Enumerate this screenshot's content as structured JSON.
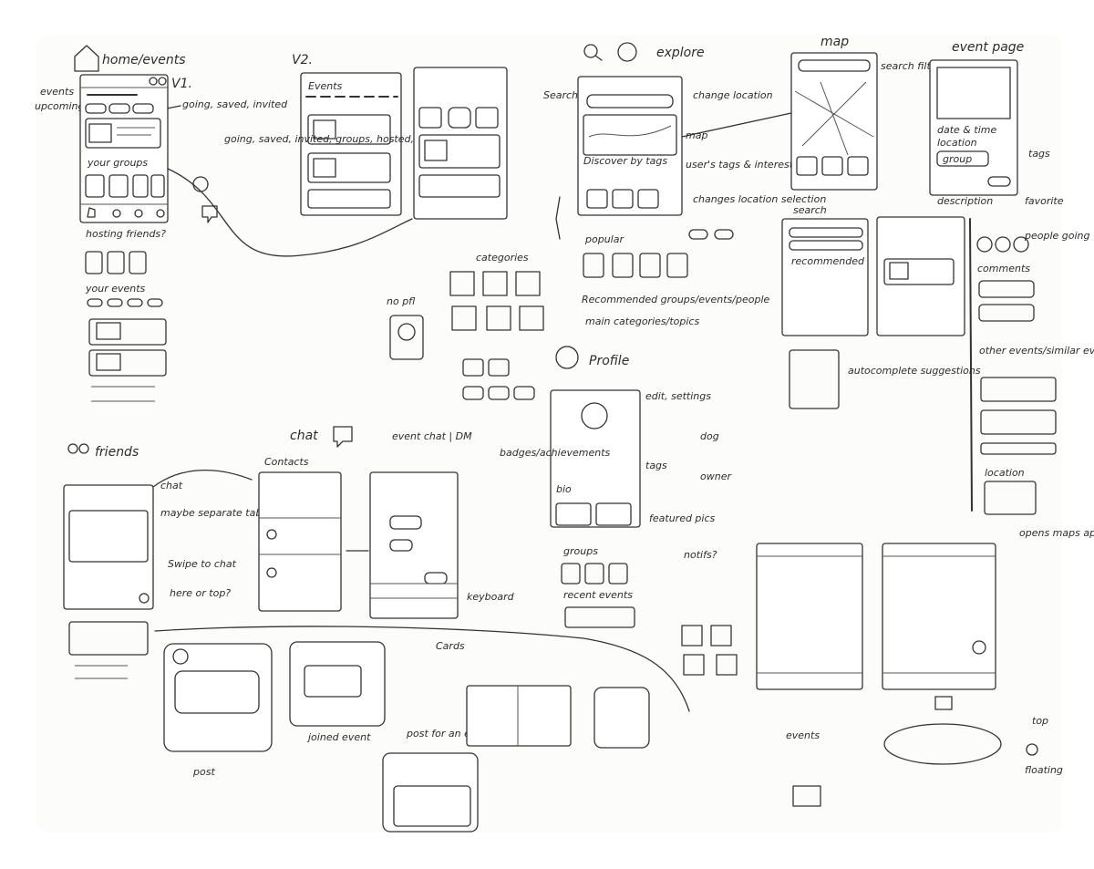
{
  "labels": {
    "home_events": "home/events",
    "v1": "V1.",
    "events_note": "events",
    "upcoming_note": "upcoming needs?",
    "going_saved": "going, saved, invited",
    "your_groups": "your groups",
    "hosting_friends": "hosting friends?",
    "your_events": "your events",
    "v2": "V2.",
    "events_tab": "Events",
    "v2_note": "going, saved, invited, groups, hosted, recommended",
    "explore": "explore",
    "search_label": "Search",
    "change_location": "change location",
    "map_note": "map",
    "discover_by_tags": "Discover by tags",
    "user_tags": "user's tags & interests selectable",
    "changes_location": "changes location selection",
    "popular": "popular",
    "recommended_groups": "Recommended groups/events/people",
    "main_categories": "main categories/topics",
    "categories": "categories",
    "no_pfl": "no pfl",
    "map_title": "map",
    "search_filters": "search filters",
    "event_page": "event page",
    "date_time": "date & time",
    "location": "location",
    "tags": "tags",
    "group": "group",
    "description": "description",
    "favorite": "favorite",
    "people_going": "people going",
    "comments": "comments",
    "search_page": "search",
    "recommended": "recommended",
    "autocomplete": "autocomplete suggestions",
    "other_events": "other events/similar events",
    "location2": "location",
    "opens_maps": "opens maps app",
    "profile": "Profile",
    "edit_settings": "edit, settings",
    "badges": "badges/achievements",
    "tags2": "tags",
    "bio": "bio",
    "featured_pics": "featured pics",
    "groups": "groups",
    "recent_events": "recent events",
    "dog": "dog",
    "owner": "owner",
    "friends": "friends",
    "chat": "chat",
    "maybe_separate": "maybe separate tab?",
    "swipe_to_chat": "Swipe to chat",
    "here_or_top": "here or top?",
    "chat_title": "chat",
    "event_chat_dm": "event chat | DM",
    "contacts": "Contacts",
    "keyboard": "keyboard",
    "cards": "Cards",
    "post": "post",
    "joined_event": "joined event",
    "post_for_event": "post for an event",
    "notifs": "notifs?",
    "events_bottom": "events",
    "top": "top",
    "floating": "floating"
  }
}
